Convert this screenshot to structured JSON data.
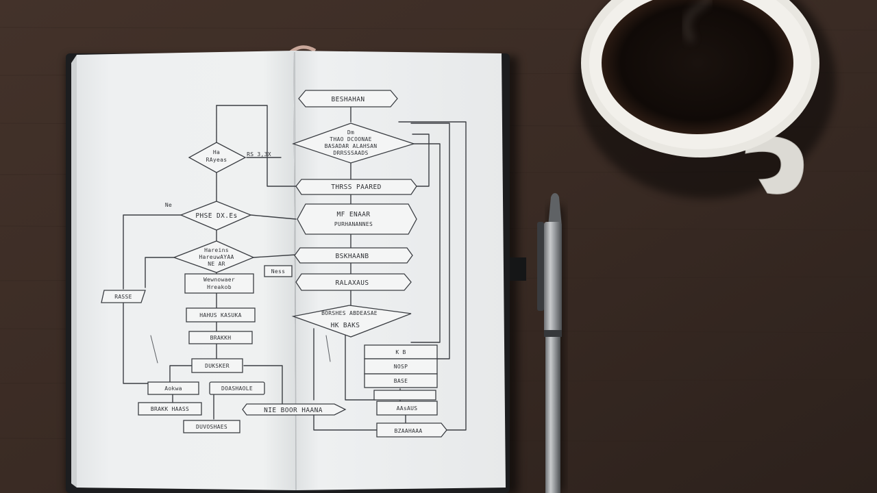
{
  "scene": {
    "description_colors": {
      "desk": "#3b2c25",
      "paper": "#eef0f0",
      "ink": "#3a3d42",
      "mug": "#e8e6e0",
      "coffee": "#140d0a",
      "pen_body": "#9ea1a4"
    }
  },
  "flowchart": {
    "left_page": {
      "diamond_top": "Ha\nRAyeas",
      "side_note": "RS 3,3X",
      "diamond_mid": "PHSE DX.Es",
      "small_label_left": "Ne",
      "diamond_low": "Hareins\nHareuwAYAA\nNE AR",
      "side_box_left": "RASSE",
      "side_box_right": "Ness",
      "stack_box1": "Wewnowaer\nHreakob",
      "stack_box2": "HAHUS KASUKA",
      "stack_box3": "BRAKKH",
      "stack_box4": "DUKSKER",
      "bottom_box1": "Aokwa",
      "bottom_box2": "DOASHAOLE",
      "bottom_box3": "BRAKK HAASS",
      "bottom_box4": "DUVOSHAES",
      "bottom_wide": "NIE BOOR HAANA"
    },
    "right_page": {
      "top_hex": "BESHAHAN",
      "diamond_top": "Dm\nTHAO DCOONAE\nBASADAR ALAHSAN\nDRRSSSAADS",
      "hex2": "THRSS PAARED",
      "hex3": "MF ENAAR\nPURHANANNES",
      "hex4": "BSKHAANB",
      "hex5": "RALAXAUS",
      "diamond_low": "BORSHES ABDEASAE\nHK BAKS",
      "table_row1": "K B",
      "table_row2": "NOSP",
      "table_row3": "BASE",
      "box_a": "AAsAUS",
      "box_b": "BZAAHAAA"
    }
  }
}
